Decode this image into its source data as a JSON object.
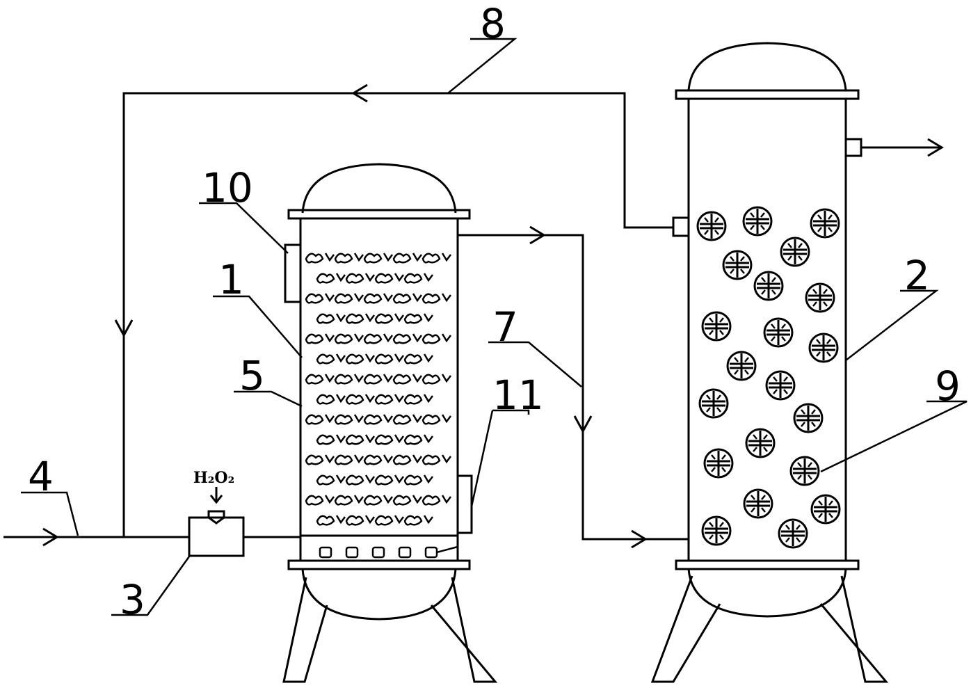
{
  "labels": {
    "l1": "1",
    "l2": "2",
    "l3": "3",
    "l4": "4",
    "l5": "5",
    "l7": "7",
    "l8": "8",
    "l9": "9",
    "l10": "10",
    "l11": "11",
    "reagent": "H₂O₂"
  },
  "colors": {
    "stroke": "#000000",
    "background": "#ffffff"
  }
}
